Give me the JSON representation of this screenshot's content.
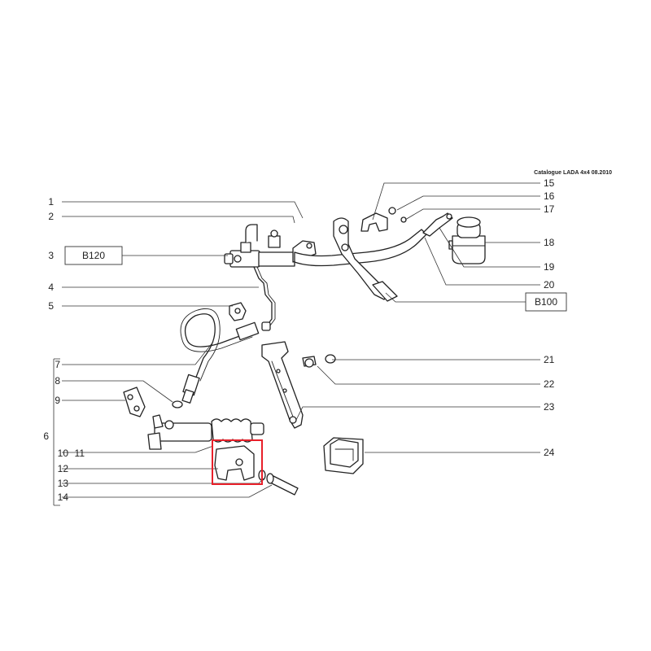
{
  "catalogue": "Catalogue LADA 4x4  08.2010",
  "refs": [
    "B120",
    "B100"
  ],
  "parts": [
    "1",
    "2",
    "3",
    "4",
    "5",
    "6",
    "7",
    "8",
    "9",
    "10",
    "11",
    "12",
    "13",
    "14",
    "15",
    "16",
    "17",
    "18",
    "19",
    "20",
    "21",
    "22",
    "23",
    "24"
  ],
  "highlight": {
    "color": "#e8202a"
  }
}
